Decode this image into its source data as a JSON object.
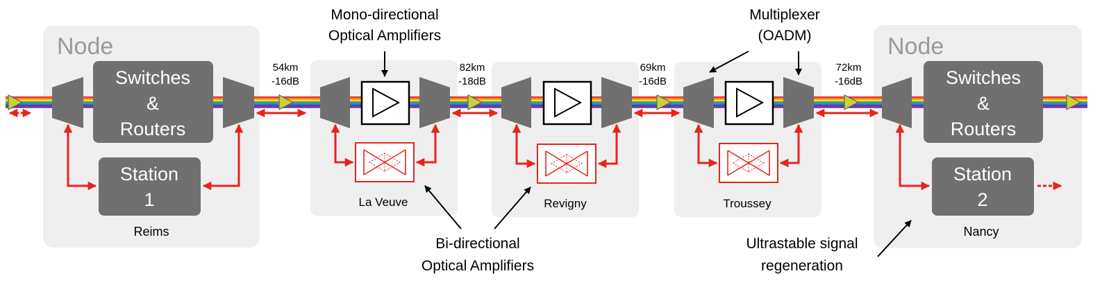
{
  "nodes": [
    {
      "title": "Node",
      "block": [
        "Switches",
        "&",
        "Routers"
      ],
      "station": [
        "Station",
        "1"
      ],
      "city": "Reims"
    },
    {
      "title": "Node",
      "block": [
        "Switches",
        "&",
        "Routers"
      ],
      "station": [
        "Station",
        "2"
      ],
      "city": "Nancy"
    }
  ],
  "sites": [
    {
      "name": "La Veuve"
    },
    {
      "name": "Revigny"
    },
    {
      "name": "Troussey"
    }
  ],
  "spans": [
    {
      "distance": "54km",
      "loss": "-16dB"
    },
    {
      "distance": "82km",
      "loss": "-18dB"
    },
    {
      "distance": "69km",
      "loss": "-16dB"
    },
    {
      "distance": "72km",
      "loss": "-16dB"
    }
  ],
  "annotations": {
    "mono": [
      "Mono-directional",
      "Optical Amplifiers"
    ],
    "multiplexer": [
      "Multiplexer",
      "(OADM)"
    ],
    "bidi": [
      "Bi-directional",
      "Optical Amplifiers"
    ],
    "ultrastable": [
      "Ultrastable signal",
      "regeneration"
    ]
  },
  "colors": {
    "panel": "#efefef",
    "block": "#707070",
    "link": "#e8231c",
    "rainbow": [
      "#e53935",
      "#fb8c00",
      "#fdd835",
      "#43a047",
      "#1e88e5",
      "#3949ab",
      "#8e24aa"
    ]
  }
}
